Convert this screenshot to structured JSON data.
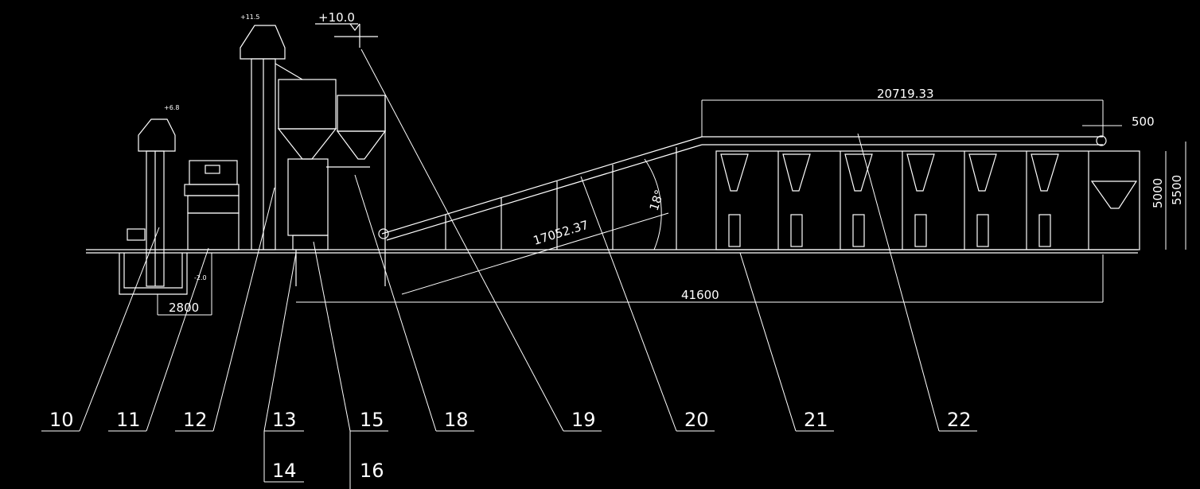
{
  "drawing": {
    "line_color": "#ffffff",
    "background": "#000000",
    "dimensions": {
      "top_span": "20719.33",
      "offset": "500",
      "height_inner": "5000",
      "height_outer": "5500",
      "angle": "18°",
      "incline_length": "17052.37",
      "total_length": "41600",
      "pit_width": "2800"
    },
    "elevations": {
      "top_marker": "+10.0",
      "elevator_tall": "+11.5",
      "elevator_short": "+6.8",
      "pit_depth": "-2.0"
    },
    "callouts": [
      "10",
      "11",
      "12",
      "13",
      "14",
      "15",
      "16",
      "18",
      "19",
      "20",
      "21",
      "22"
    ]
  }
}
